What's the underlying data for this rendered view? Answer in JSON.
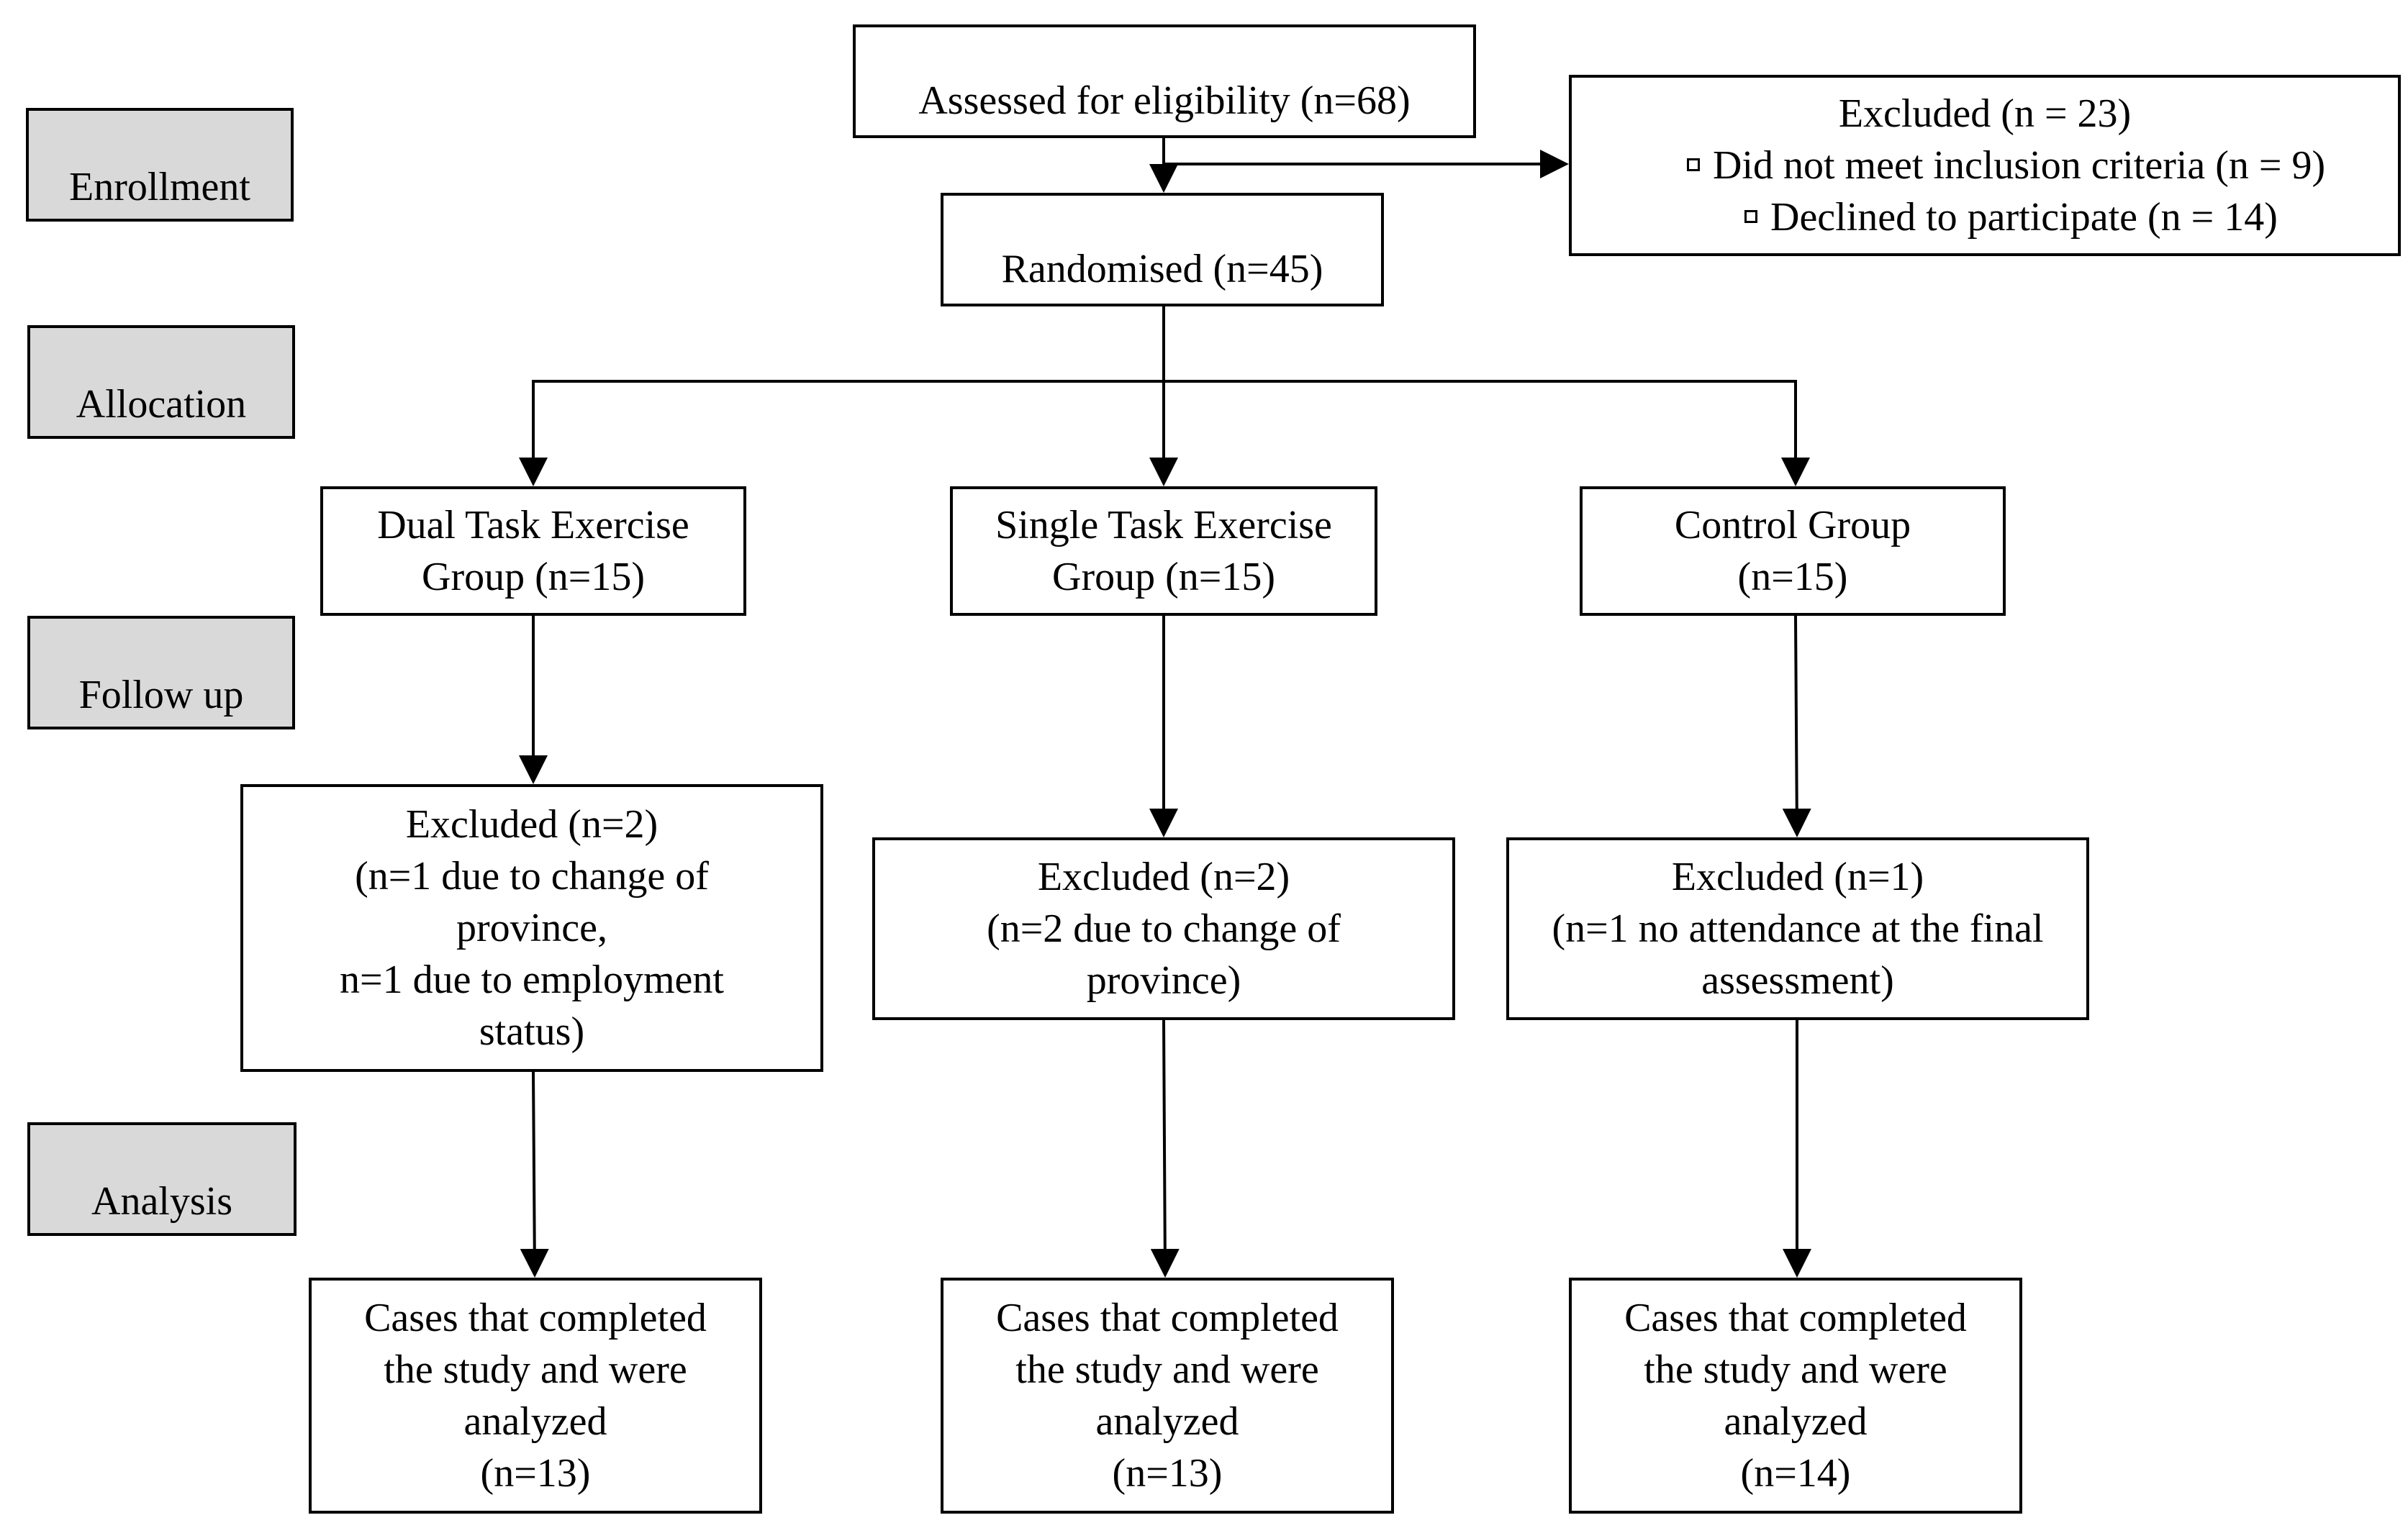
{
  "stages": {
    "enrollment": "Enrollment",
    "allocation": "Allocation",
    "follow_up": "Follow up",
    "analysis": "Analysis"
  },
  "assessed": "Assessed for eligibility (n=68)",
  "excluded_top": {
    "title": "Excluded (n = 23)",
    "items": [
      "Did not meet inclusion criteria (n = 9)",
      "Declined to participate (n = 14)"
    ]
  },
  "randomised": "Randomised (n=45)",
  "groups": [
    {
      "allocation": [
        "Dual Task Exercise",
        "Group (n=15)"
      ],
      "excluded": [
        "Excluded (n=2)",
        "(n=1 due to change of",
        "province,",
        "n=1 due to employment",
        "status)"
      ],
      "analysed": [
        "Cases that completed",
        "the study and were",
        "analyzed",
        "(n=13)"
      ]
    },
    {
      "allocation": [
        "Single Task Exercise",
        "Group (n=15)"
      ],
      "excluded": [
        "Excluded (n=2)",
        "(n=2 due to change of",
        "province)"
      ],
      "analysed": [
        "Cases that completed",
        "the study and were",
        "analyzed",
        "(n=13)"
      ]
    },
    {
      "allocation": [
        "Control Group",
        "(n=15)"
      ],
      "excluded": [
        "Excluded (n=1)",
        "(n=1 no attendance at the final",
        "assessment)"
      ],
      "analysed": [
        "Cases that completed",
        "the study and were",
        "analyzed",
        "(n=14)"
      ]
    }
  ]
}
